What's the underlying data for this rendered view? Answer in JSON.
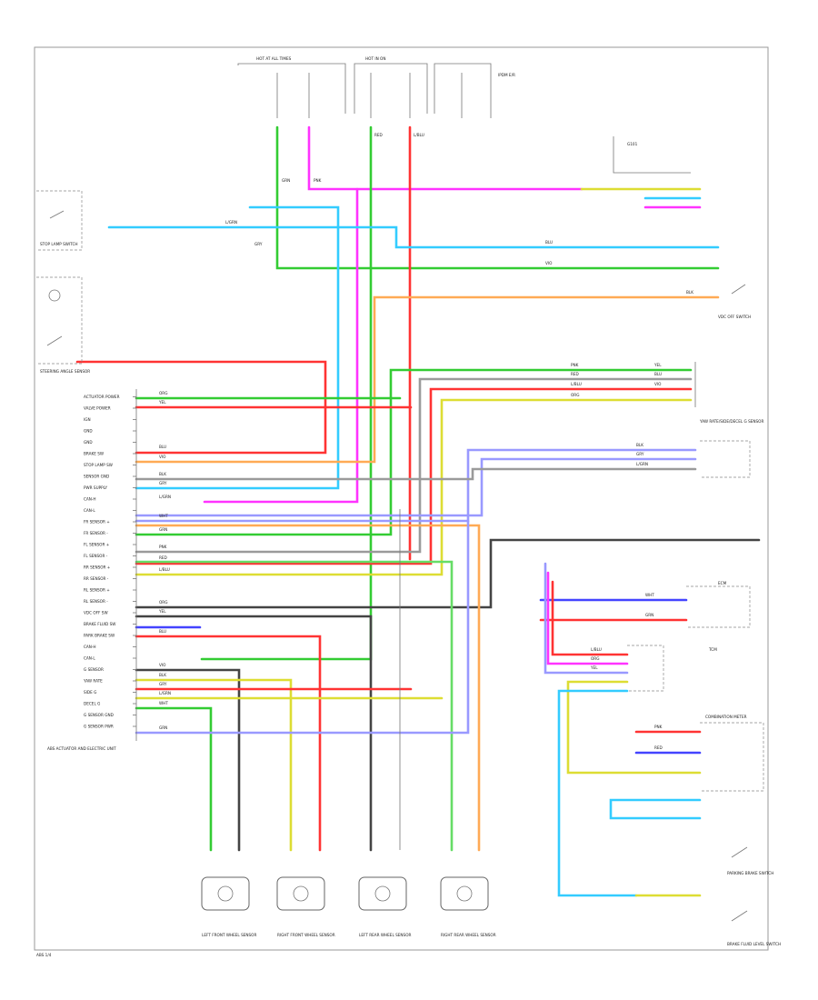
{
  "colors": {
    "green": "#33cc33",
    "pink": "#ff33ff",
    "red": "#ff3333",
    "cyan": "#33ccff",
    "orange": "#ffaa55",
    "yellow": "#dddd33",
    "blue": "#4444ff",
    "lavender": "#9999ff",
    "black": "#444444",
    "gray": "#9a9a9a",
    "light_green": "#66dd66"
  },
  "texts": {
    "stop_lamp_switch": "STOP LAMP SWITCH",
    "abs_module": "ABS ACTUATOR AND ELECTRIC UNIT",
    "ipdm": "IPDM E/R",
    "combination_meter": "COMBINATION METER",
    "steering_angle_sensor": "STEERING ANGLE SENSOR",
    "vdc_off_switch": "VDC OFF SWITCH",
    "yaw_rate_sensor": "YAW RATE/SIDE/DECEL G SENSOR",
    "ecm": "ECM",
    "tcm": "TCM",
    "parking_brake_switch": "PARKING BRAKE SWITCH",
    "brake_fluid_level_switch": "BRAKE FLUID LEVEL SWITCH",
    "lf_sensor": "LEFT FRONT WHEEL SENSOR",
    "rf_sensor": "RIGHT FRONT WHEEL SENSOR",
    "lr_sensor": "LEFT REAR WHEEL SENSOR",
    "rr_sensor": "RIGHT REAR WHEEL SENSOR",
    "hot_at_all_times": "HOT AT ALL TIMES",
    "hot_in_on": "HOT IN ON",
    "ground_label": "G101",
    "page_id": "ABS 1/4"
  },
  "pins": [
    "ACTUATOR POWER",
    "VALVE POWER",
    "IGN",
    "GND",
    "GND",
    "BRAKE SW",
    "STOP LAMP SW",
    "SENSOR GND",
    "PWR SUPPLY",
    "CAN-H",
    "CAN-L",
    "FR SENSOR +",
    "FR SENSOR -",
    "FL SENSOR +",
    "FL SENSOR -",
    "RR SENSOR +",
    "RR SENSOR -",
    "RL SENSOR +",
    "RL SENSOR -",
    "VDC OFF SW",
    "BRAKE FLUID SW",
    "PARK BRAKE SW",
    "CAN-H",
    "CAN-L",
    "G SENSOR",
    "YAW RATE",
    "SIDE G",
    "DECEL G",
    "G SENSOR GND",
    "G SENSOR PWR"
  ],
  "wire_codes": [
    "GRN",
    "PNK",
    "RED",
    "L/BLU",
    "ORG",
    "YEL",
    "BLU",
    "VIO",
    "BLK",
    "GRY",
    "L/GRN",
    "WHT"
  ]
}
